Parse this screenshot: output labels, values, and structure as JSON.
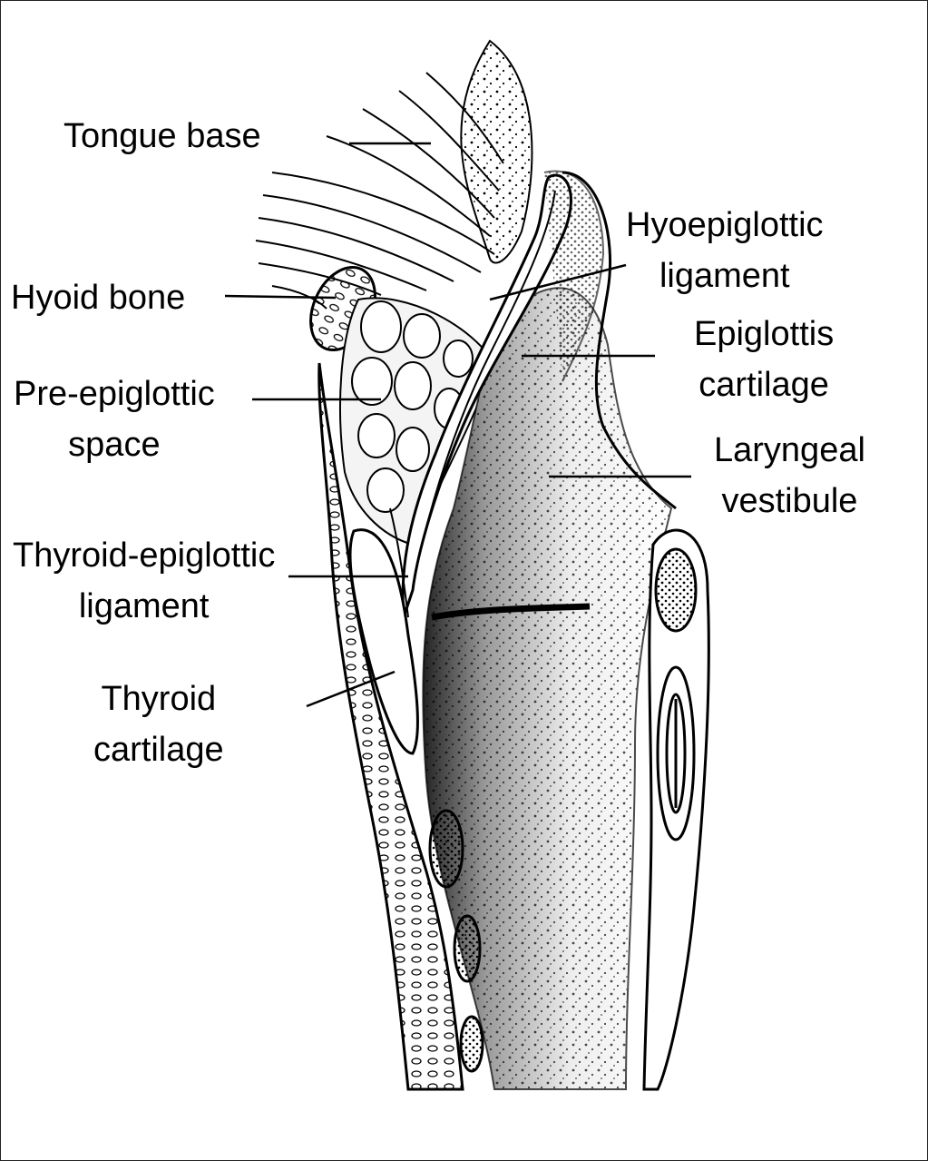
{
  "labels": {
    "tongue_base": "Tongue base",
    "hyoepiglottic_1": "Hyoepiglottic",
    "hyoepiglottic_2": "ligament",
    "hyoid_bone": "Hyoid bone",
    "epiglottis_1": "Epiglottis",
    "epiglottis_2": "cartilage",
    "pre_epiglottic_1": "Pre-epiglottic",
    "pre_epiglottic_2": "space",
    "laryngeal_1": "Laryngeal",
    "laryngeal_2": "vestibule",
    "thyroid_epiglottic_1": "Thyroid-epiglottic",
    "thyroid_epiglottic_2": "ligament",
    "thyroid_cartilage_1": "Thyroid",
    "thyroid_cartilage_2": "cartilage"
  },
  "colors": {
    "ink": "#000000",
    "paper": "#ffffff",
    "shade": "#555555"
  }
}
